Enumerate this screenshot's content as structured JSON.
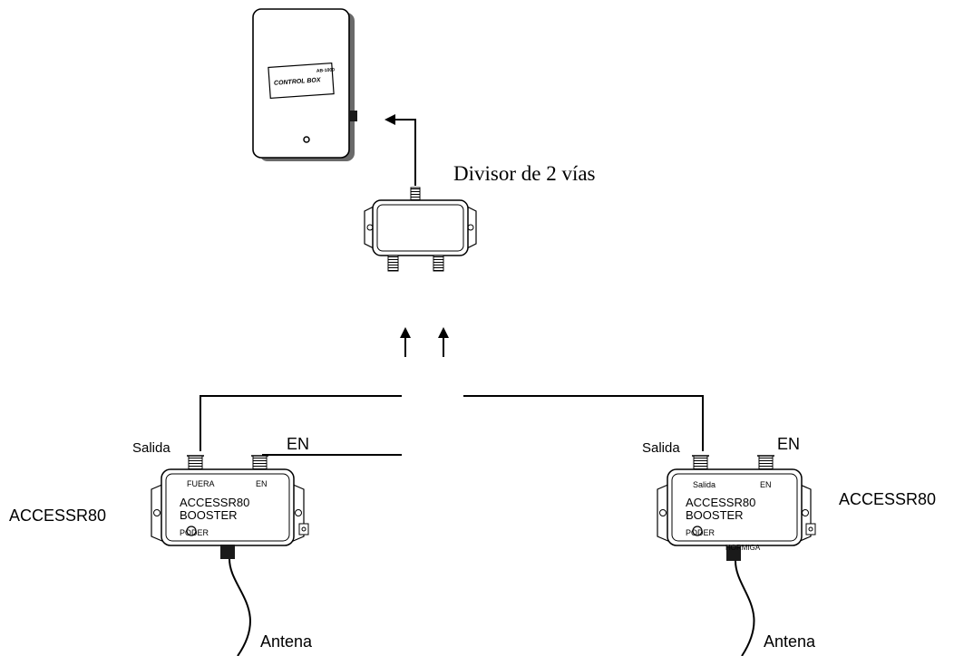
{
  "control_box": {
    "model": "AB-1000",
    "label": "CONTROL BOX"
  },
  "splitter": {
    "label": "Divisor de 2 vías"
  },
  "booster_left": {
    "side_label": "ACCESSR80",
    "out_label": "Salida",
    "in_label": "EN",
    "port_out": "FUERA",
    "port_in": "EN",
    "name_line1": "ACCESSR80",
    "name_line2": "BOOSTER",
    "power": "PODER",
    "antenna": "Antena"
  },
  "booster_right": {
    "side_label": "ACCESSR80",
    "out_label": "Salida",
    "in_label": "EN",
    "port_out": "Salida",
    "port_in": "EN",
    "name_line1": "ACCESSR80",
    "name_line2": "BOOSTER",
    "power": "PODER",
    "ant_port": "HORMIGA",
    "antenna": "Antena"
  },
  "colors": {
    "line": "#000000",
    "device_fill": "#ffffff",
    "box_shadow": "#6a6a6a",
    "connector": "#1a1a1a"
  }
}
